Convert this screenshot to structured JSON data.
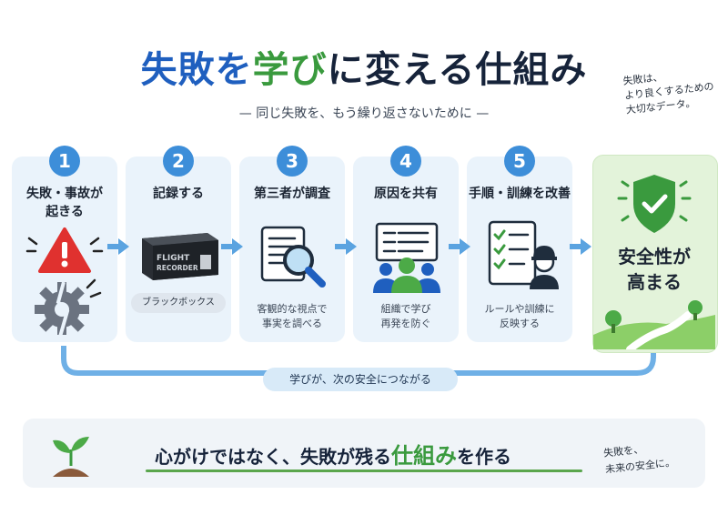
{
  "header": {
    "title_parts": [
      "失敗を",
      "学び",
      "に",
      "変える仕組み"
    ],
    "subtitle": "— 同じ失敗を、もう繰り返さないために —",
    "note_lines": [
      "失敗は、",
      "より良くするための",
      "大切なデータ。"
    ]
  },
  "steps": [
    {
      "number": "1",
      "title_lines": [
        "失敗・事故が",
        "起きる"
      ],
      "desc_lines": [],
      "icon": "warning-gear-icon"
    },
    {
      "number": "2",
      "title_lines": [
        "記録する"
      ],
      "pill": "ブラックボックス",
      "device_text": [
        "FLIGHT",
        "RECORDER"
      ],
      "icon": "flight-recorder-icon"
    },
    {
      "number": "3",
      "title_lines": [
        "第三者が調査"
      ],
      "desc_lines": [
        "客観的な視点で",
        "事実を調べる"
      ],
      "icon": "magnifier-document-icon"
    },
    {
      "number": "4",
      "title_lines": [
        "原因を共有"
      ],
      "desc_lines": [
        "組織で学び",
        "再発を防ぐ"
      ],
      "icon": "team-share-icon"
    },
    {
      "number": "5",
      "title_lines": [
        "手順・訓練を改善"
      ],
      "desc_lines": [
        "ルールや訓練に",
        "反映する"
      ],
      "icon": "checklist-worker-icon"
    }
  ],
  "result": {
    "title_lines": [
      "安全性が",
      "高まる"
    ],
    "icon": "shield-check-icon"
  },
  "loop_label": "学びが、次の安全につながる",
  "bottom": {
    "text_parts": [
      "心がけではなく、失敗が残る",
      "仕組み",
      "を作る"
    ],
    "note_lines": [
      "失敗を、",
      "未来の安全に。"
    ]
  },
  "colors": {
    "blue": "#3d8ed9",
    "green": "#3a9a3e",
    "dark": "#16233a"
  }
}
